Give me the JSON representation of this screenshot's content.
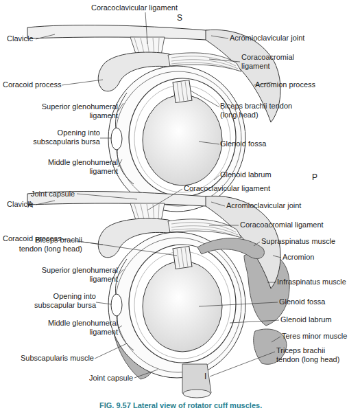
{
  "diagram": {
    "caption": "FIG. 9.57 Lateral view of rotator cuff muscles.",
    "labels": [
      "Coracoclavicular ligament",
      "S",
      "Clavicle",
      "Acromioclavicular joint",
      "Coracoacromial ligament",
      "Acromion process",
      "Coracoid process",
      "Superior glenohumeral ligament",
      "Opening into subscapularis bursa",
      "Middle glenohumeral ligament",
      "Joint capsule",
      "A",
      "Biceps brachii tendon (long head)",
      "Glenoid fossa",
      "Glenoid labrum",
      "P",
      "Coracoclavicular ligament",
      "Clavicle",
      "Acromioclavicular joint",
      "Coracoacromial ligament",
      "Coracoid process",
      "Supraspinatus muscle",
      "Biceps brachii tendon (long head)",
      "Acromion",
      "Superior glenohumeral ligament",
      "Infraspinatus muscle",
      "Opening into subscapular bursa",
      "Glenoid fossa",
      "Middle glenohumeral ligament",
      "Glenoid labrum",
      "Teres minor muscle",
      "Subscapularis muscle",
      "Triceps brachii tendon (long head)",
      "Joint capsule",
      "I"
    ]
  }
}
